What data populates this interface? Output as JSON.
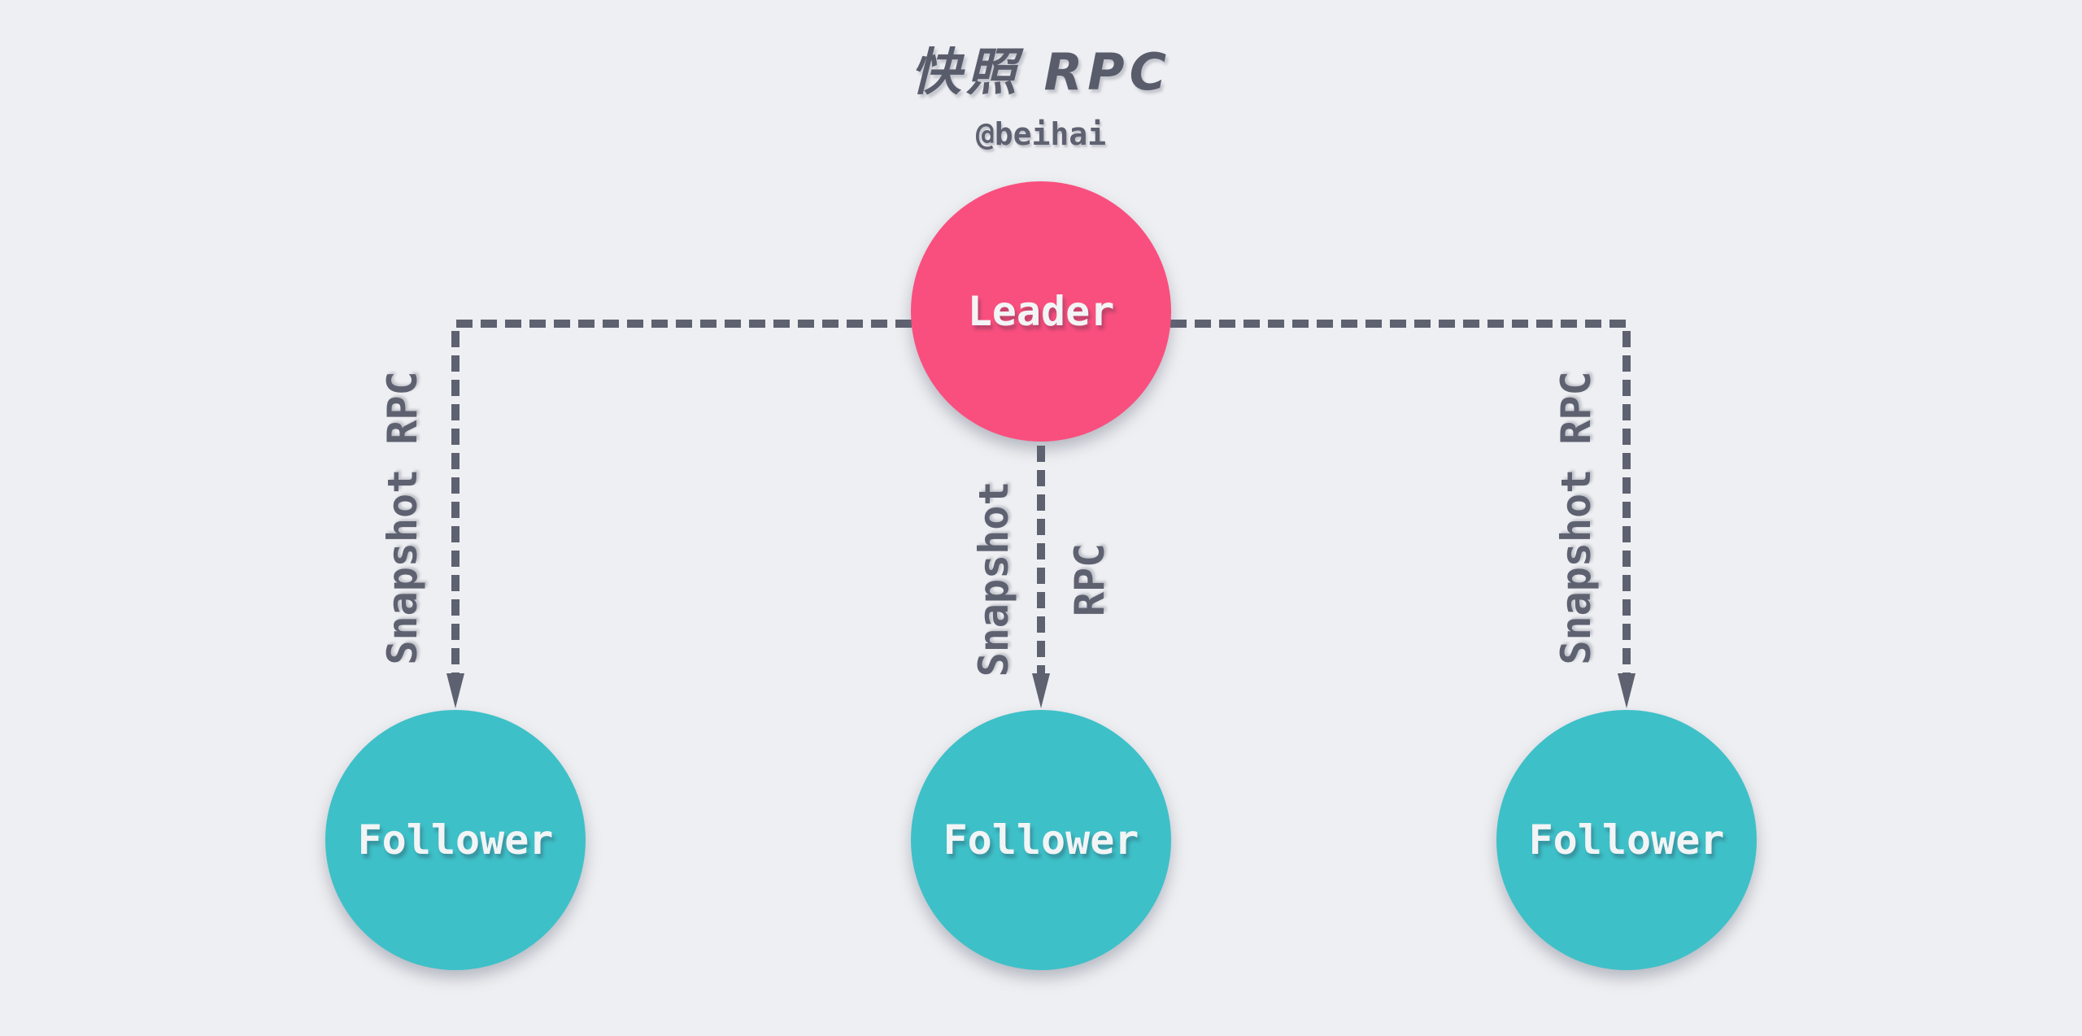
{
  "diagram": {
    "title": "快照 RPC",
    "author": "@beihai",
    "nodes": {
      "leader": {
        "label": "Leader"
      },
      "followers": [
        {
          "label": "Follower"
        },
        {
          "label": "Follower"
        },
        {
          "label": "Follower"
        }
      ]
    },
    "edge_labels": {
      "left": "Snapshot RPC",
      "middle_word1": "Snapshot",
      "middle_word2": "RPC",
      "right": "Snapshot RPC"
    },
    "colors": {
      "background": "#eeeff2",
      "leader_fill": "#f94f7e",
      "follower_fill": "#3ec0c8",
      "line": "#5e6170",
      "label_text": "#5e6170",
      "title_text": "#595d6b",
      "node_text": "#f2f4f5"
    }
  }
}
